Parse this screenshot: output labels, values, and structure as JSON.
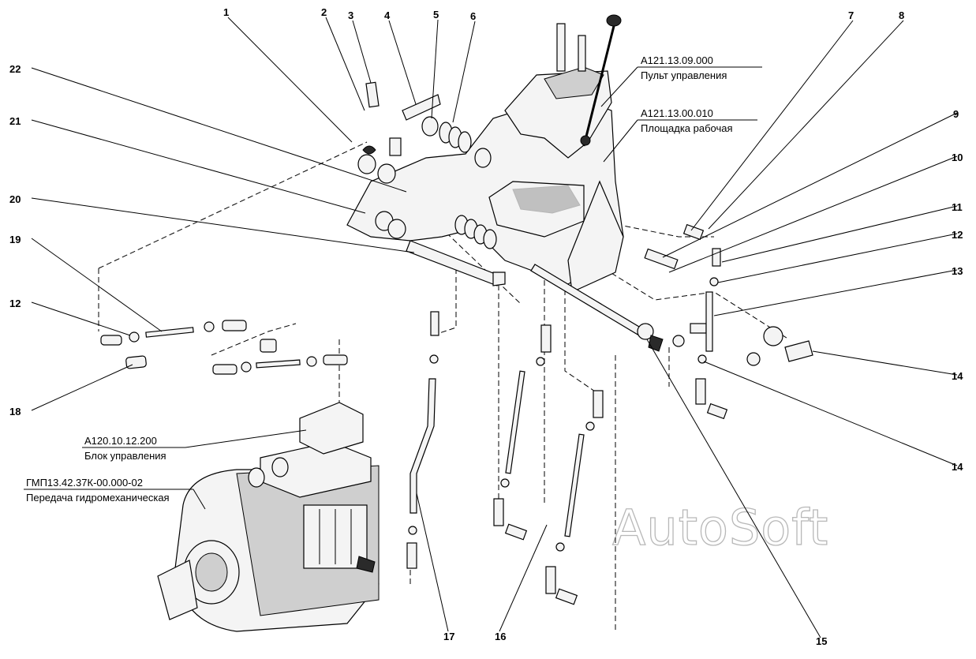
{
  "callouts": [
    {
      "id": "1",
      "text": "1"
    },
    {
      "id": "2",
      "text": "2"
    },
    {
      "id": "3",
      "text": "3"
    },
    {
      "id": "4",
      "text": "4"
    },
    {
      "id": "5",
      "text": "5"
    },
    {
      "id": "6",
      "text": "6"
    },
    {
      "id": "7",
      "text": "7"
    },
    {
      "id": "8",
      "text": "8"
    },
    {
      "id": "9",
      "text": "9"
    },
    {
      "id": "10",
      "text": "10"
    },
    {
      "id": "11",
      "text": "11"
    },
    {
      "id": "12a",
      "text": "12"
    },
    {
      "id": "13",
      "text": "13"
    },
    {
      "id": "14a",
      "text": "14"
    },
    {
      "id": "14b",
      "text": "14"
    },
    {
      "id": "15",
      "text": "15"
    },
    {
      "id": "16",
      "text": "16"
    },
    {
      "id": "17",
      "text": "17"
    },
    {
      "id": "18",
      "text": "18"
    },
    {
      "id": "19",
      "text": "19"
    },
    {
      "id": "20",
      "text": "20"
    },
    {
      "id": "21",
      "text": "21"
    },
    {
      "id": "22",
      "text": "22"
    },
    {
      "id": "12b",
      "text": "12"
    }
  ],
  "assemblies": {
    "control_panel": {
      "code": "А121.13.09.000",
      "name": "Пульт управления"
    },
    "platform": {
      "code": "А121.13.00.010",
      "name": "Площадка рабочая"
    },
    "control_block": {
      "code": "А120.10.12.200",
      "name": "Блок управления"
    },
    "transmission": {
      "code": "ГМП13.42.37К-00.000-02",
      "name": "Передача гидромеханическая"
    }
  },
  "watermark": "AutoSoft"
}
